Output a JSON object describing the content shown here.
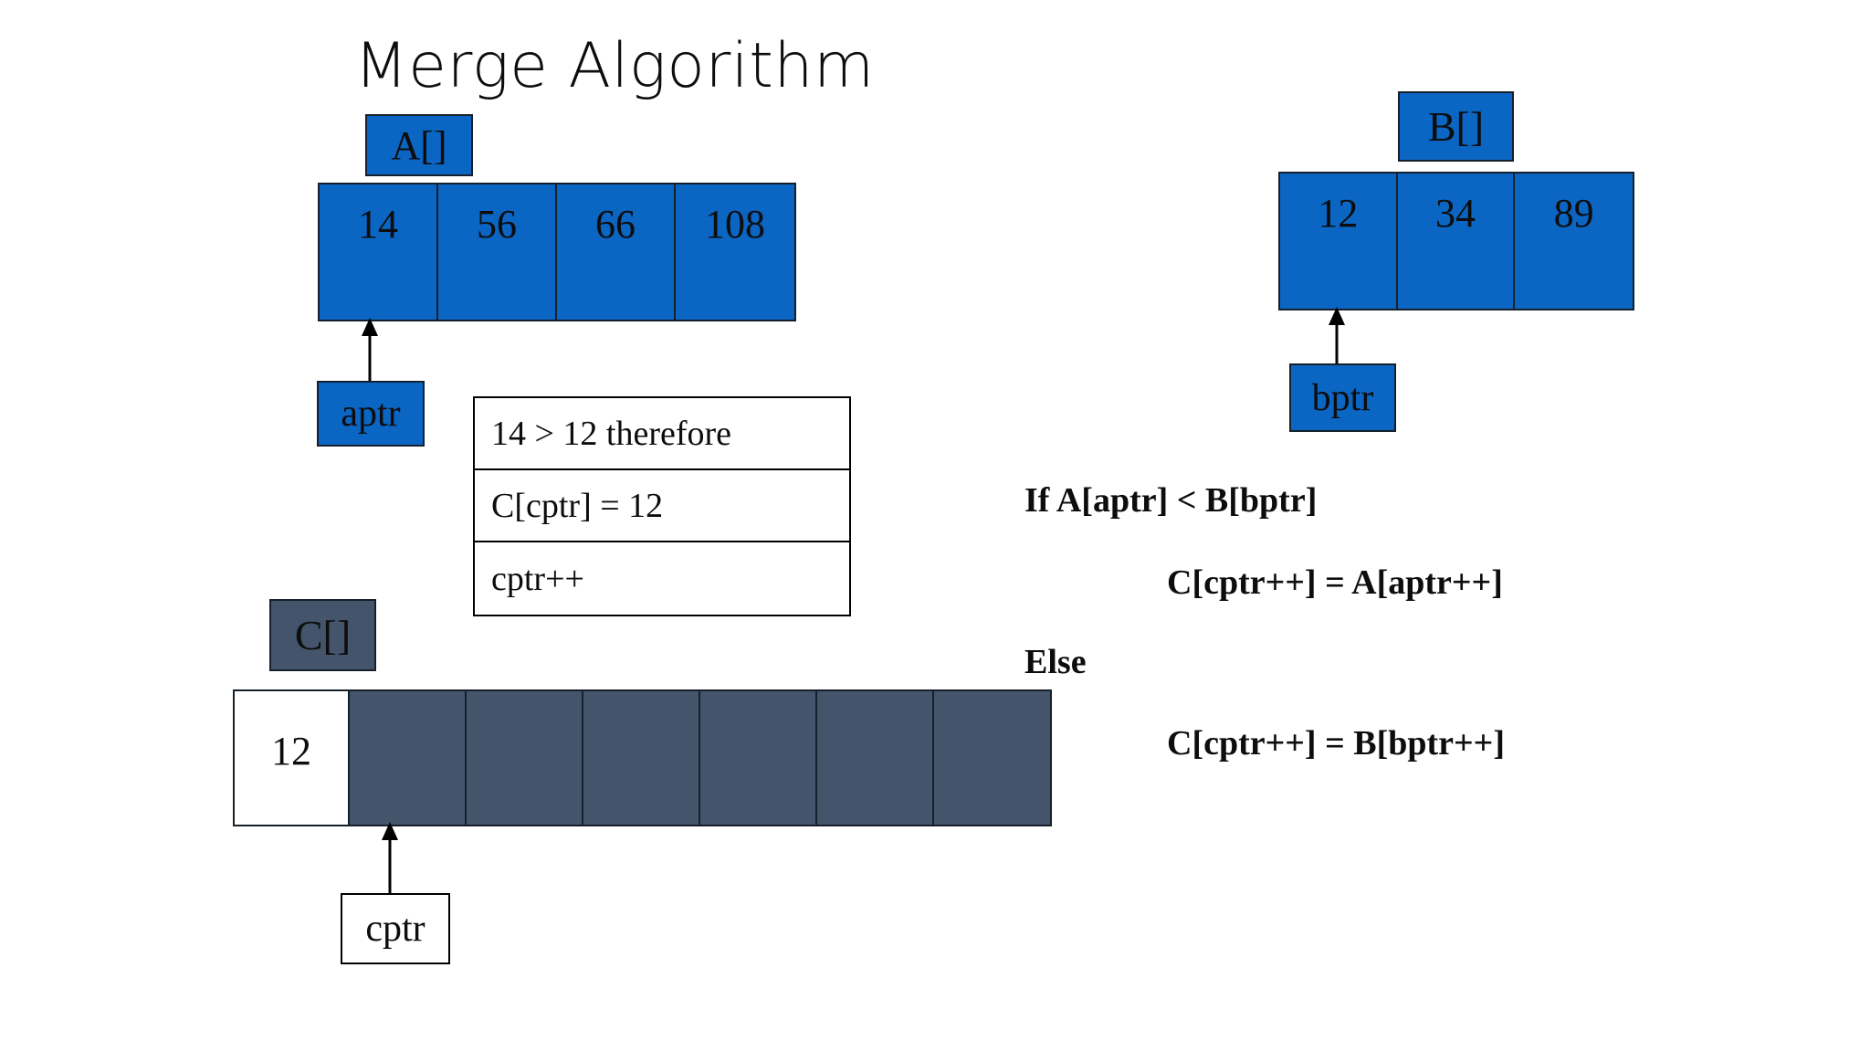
{
  "slide": {
    "title": "Merge Algorithm",
    "background": "#ffffff"
  },
  "colors": {
    "array_blue": "#0b65c2",
    "array_slate": "#44546a",
    "outline": "#16202c",
    "text": "#0d0d0d",
    "table_border": "#000000"
  },
  "arrays": {
    "a": {
      "label": "A[]",
      "values": [
        "14",
        "56",
        "66",
        "108"
      ],
      "pointer": {
        "name": "aptr",
        "index": 0
      }
    },
    "b": {
      "label": "B[]",
      "values": [
        "12",
        "34",
        "89"
      ],
      "pointer": {
        "name": "bptr",
        "index": 0
      }
    },
    "c": {
      "label": "C[]",
      "cells": [
        {
          "value": "12",
          "filled": true
        },
        {
          "value": "",
          "filled": false
        },
        {
          "value": "",
          "filled": false
        },
        {
          "value": "",
          "filled": false
        },
        {
          "value": "",
          "filled": false
        },
        {
          "value": "",
          "filled": false
        },
        {
          "value": "",
          "filled": false
        }
      ],
      "pointer": {
        "name": "cptr",
        "index": 1
      }
    }
  },
  "explanation": {
    "rows": [
      "14 > 12 therefore",
      "C[cptr] = 12",
      "cptr++"
    ]
  },
  "pseudocode": {
    "if_line": "If A[aptr] < B[bptr]",
    "then_line": "C[cptr++] = A[aptr++]",
    "else_line": "Else",
    "else_body": "C[cptr++] = B[bptr++]"
  }
}
